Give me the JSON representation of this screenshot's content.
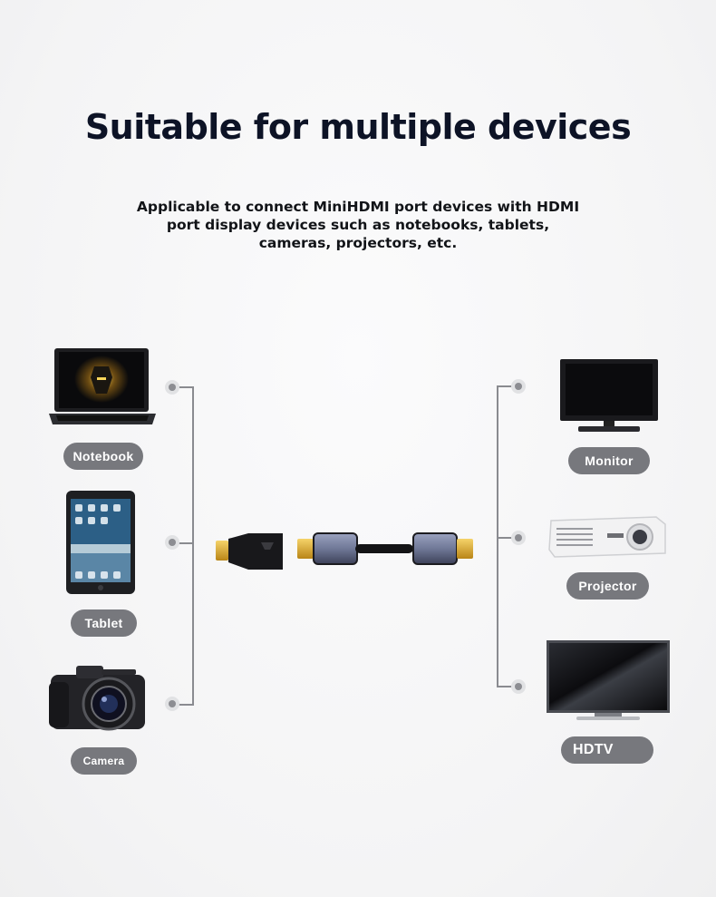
{
  "heading": "Suitable for multiple devices",
  "subheading": "Applicable to connect MiniHDMI port devices with HDMI port display devices such as notebooks, tablets, cameras, projectors, etc.",
  "left_devices": [
    {
      "label": "Notebook",
      "icon": "notebook-icon"
    },
    {
      "label": "Tablet",
      "icon": "tablet-icon"
    },
    {
      "label": "Camera",
      "icon": "camera-icon"
    }
  ],
  "right_devices": [
    {
      "label": "Monitor",
      "icon": "monitor-icon"
    },
    {
      "label": "Projector",
      "icon": "projector-icon"
    },
    {
      "label": "HDTV",
      "icon": "hdtv-icon"
    }
  ],
  "colors": {
    "pill": "#77787d",
    "connector_line": "#8a8b90",
    "title": "#0d1326",
    "gold_plug": "#d9a82a",
    "connector_shell": "#6f7897"
  }
}
